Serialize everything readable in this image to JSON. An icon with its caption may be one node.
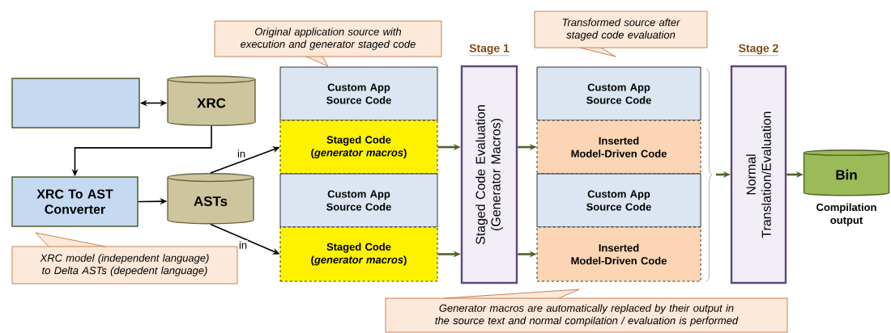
{
  "diagram": {
    "nodes": [
      {
        "text": [],
        "shape": "box"
      },
      {
        "text": [
          "XRC"
        ]
      },
      {
        "text": [
          "XRC To AST Converter"
        ]
      },
      {
        "text": [
          "ASTs"
        ]
      },
      {
        "text": [
          "Custom App Source Code"
        ]
      },
      {
        "text": [
          "Staged Code (*generator macros*)"
        ]
      },
      {
        "text": [
          "Custom App Source Code"
        ]
      },
      {
        "text": [
          "Staged Code (*generator macros*)"
        ]
      },
      {
        "text": [
          "Stage 1",
          "Staged Code Evaluation (Generator Macros)"
        ]
      },
      {
        "text": [
          "Custom App Source Code"
        ]
      },
      {
        "text": [
          "Inserted Model-Driven Code"
        ]
      },
      {
        "text": [
          "Custom App Source Code"
        ]
      },
      {
        "text": [
          "Inserted Model-Driven Code"
        ]
      },
      {
        "text": [
          "Stage 2",
          "Normal Translation/Evaluation"
        ]
      },
      {
        "text": [
          "Bin"
        ],
        "beside": [
          "Compilation output"
        ]
      },
      {
        "text": [
          "Original application source with execution and generator staged code"
        ]
      },
      {
        "text": [
          "Transformed source after staged code evaluation"
        ]
      },
      {
        "text": [
          "XRC model (independent language) to Delta ASTs (depedent language)"
        ]
      },
      {
        "text": [
          "Generator macros are automatically replaced by their output in the source text and normal compilation / evaluation is performed"
        ]
      }
    ],
    "edges": [
      {
        "from": 0,
        "to": 1,
        "arrow": "both",
        "color": "#000000"
      },
      {
        "from": 1,
        "to": 2,
        "arrow": "to",
        "color": "#000000"
      },
      {
        "from": 2,
        "to": 3,
        "arrow": "to",
        "color": "#000000"
      },
      {
        "from": 3,
        "to": 5,
        "arrow": "to",
        "label": "in",
        "color": "#000000"
      },
      {
        "from": 3,
        "to": 7,
        "arrow": "to",
        "label": "in",
        "color": "#000000"
      },
      {
        "from": 5,
        "to": 8,
        "arrow": "to",
        "color": "#4f6228"
      },
      {
        "from": 7,
        "to": 8,
        "arrow": "to",
        "color": "#4f6228"
      },
      {
        "from": 8,
        "to": 10,
        "arrow": "to",
        "color": "#4f6228"
      },
      {
        "from": 8,
        "to": 12,
        "arrow": "to",
        "color": "#4f6228"
      },
      {
        "from": null,
        "to": 13,
        "arrow": "to",
        "color": "#4f6228"
      },
      {
        "from": 13,
        "to": 14,
        "arrow": "to",
        "color": "#4f6228"
      }
    ]
  }
}
